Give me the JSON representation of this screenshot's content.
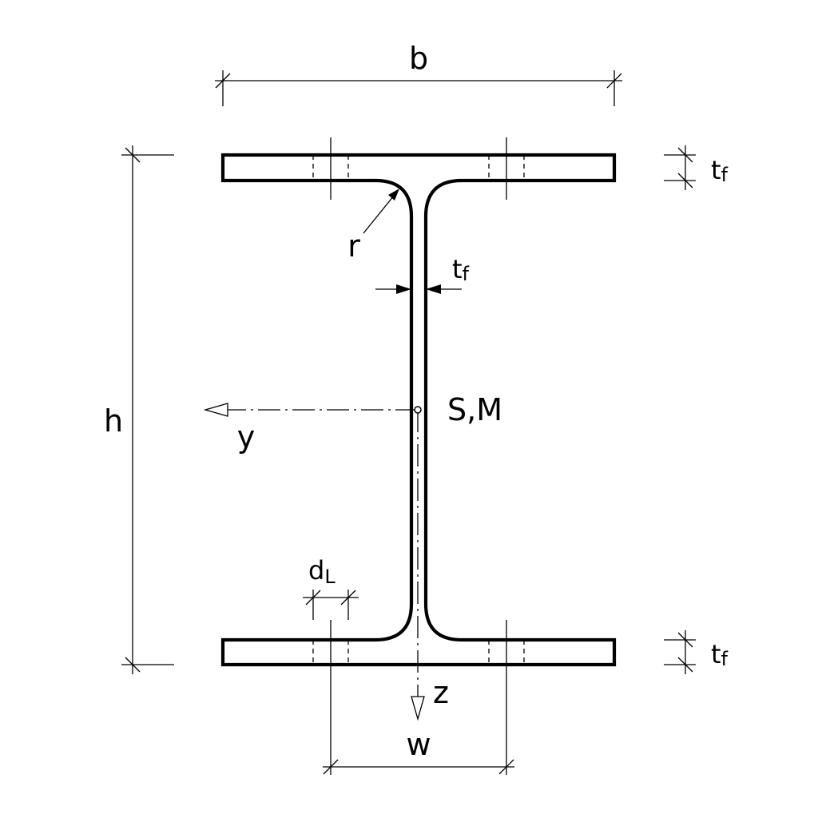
{
  "labels": {
    "width": "b",
    "height": "h",
    "flange_top": {
      "main": "t",
      "sub": "f"
    },
    "flange_bottom": {
      "main": "t",
      "sub": "f"
    },
    "web": {
      "main": "t",
      "sub": "f"
    },
    "radius": "r",
    "hole_diameter": {
      "main": "d",
      "sub": "L"
    },
    "hole_spacing": "w",
    "y_axis": "y",
    "z_axis": "z",
    "centroid": "S,M"
  }
}
